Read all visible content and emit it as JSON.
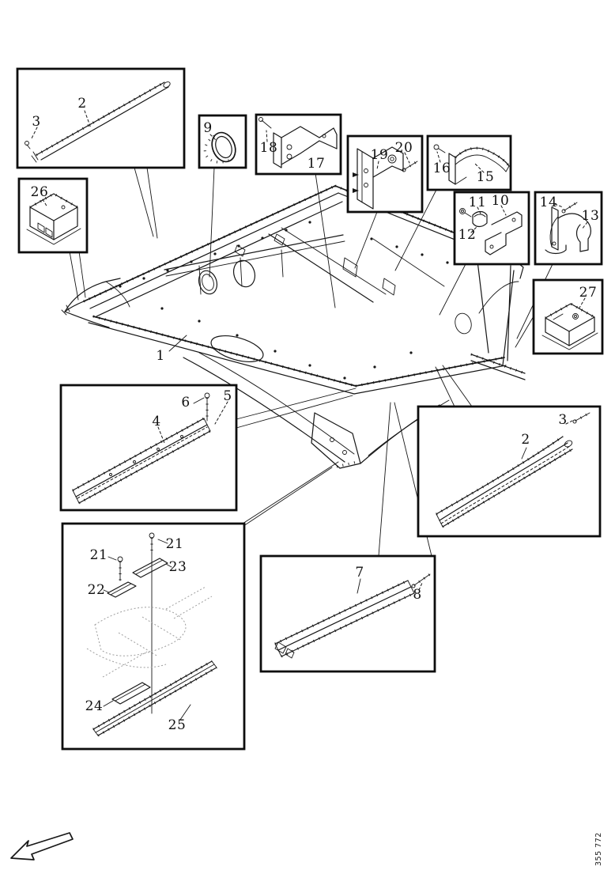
{
  "figure_number": "355 772",
  "callouts": [
    {
      "label": "2"
    },
    {
      "label": "3"
    },
    {
      "label": "26"
    },
    {
      "label": "9"
    },
    {
      "label": "18"
    },
    {
      "label": "17"
    },
    {
      "label": "19"
    },
    {
      "label": "20"
    },
    {
      "label": "16"
    },
    {
      "label": "15"
    },
    {
      "label": "11"
    },
    {
      "label": "10"
    },
    {
      "label": "12"
    },
    {
      "label": "14"
    },
    {
      "label": "13"
    },
    {
      "label": "27"
    },
    {
      "label": "1"
    },
    {
      "label": "4"
    },
    {
      "label": "6"
    },
    {
      "label": "5"
    },
    {
      "label": "2"
    },
    {
      "label": "3"
    },
    {
      "label": "7"
    },
    {
      "label": "8"
    },
    {
      "label": "21"
    },
    {
      "label": "21"
    },
    {
      "label": "23"
    },
    {
      "label": "22"
    },
    {
      "label": "24"
    },
    {
      "label": "25"
    }
  ]
}
